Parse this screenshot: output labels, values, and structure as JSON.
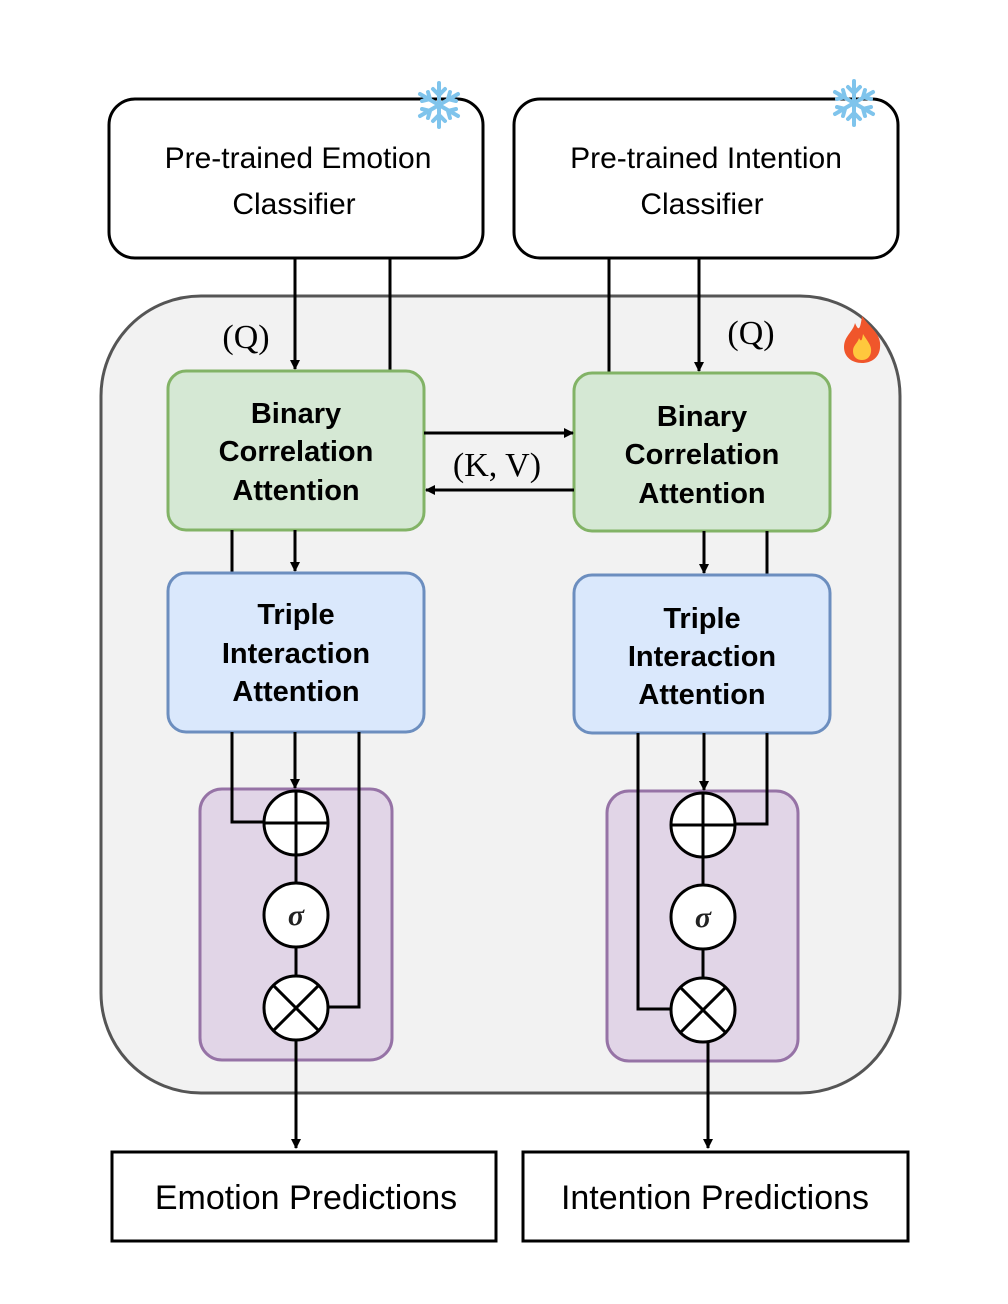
{
  "classifiers": {
    "emotion": {
      "line1": "Pre-trained Emotion",
      "line2": "Classifier"
    },
    "intention": {
      "line1": "Pre-trained Intention",
      "line2": "Classifier"
    }
  },
  "labels": {
    "q_left": "(Q)",
    "q_right": "(Q)",
    "kv": "(K, V)",
    "sigma": "σ"
  },
  "blocks": {
    "binary": {
      "line1": "Binary",
      "line2": "Correlation",
      "line3": "Attention"
    },
    "triple": {
      "line1": "Triple",
      "line2": "Interaction",
      "line3": "Attention"
    }
  },
  "outputs": {
    "emotion": "Emotion Predictions",
    "intention": "Intention Predictions"
  },
  "icons": {
    "frozen": "snowflake-icon",
    "trainable": "fire-icon"
  },
  "colors": {
    "container_fill": "#f2f2f2",
    "container_stroke": "#555555",
    "bca_fill": "#d5e8d4",
    "bca_stroke": "#82b366",
    "tia_fill": "#dae8fc",
    "tia_stroke": "#6c8ebf",
    "fusion_fill": "#e1d5e7",
    "fusion_stroke": "#9673a6",
    "line": "#000000"
  }
}
